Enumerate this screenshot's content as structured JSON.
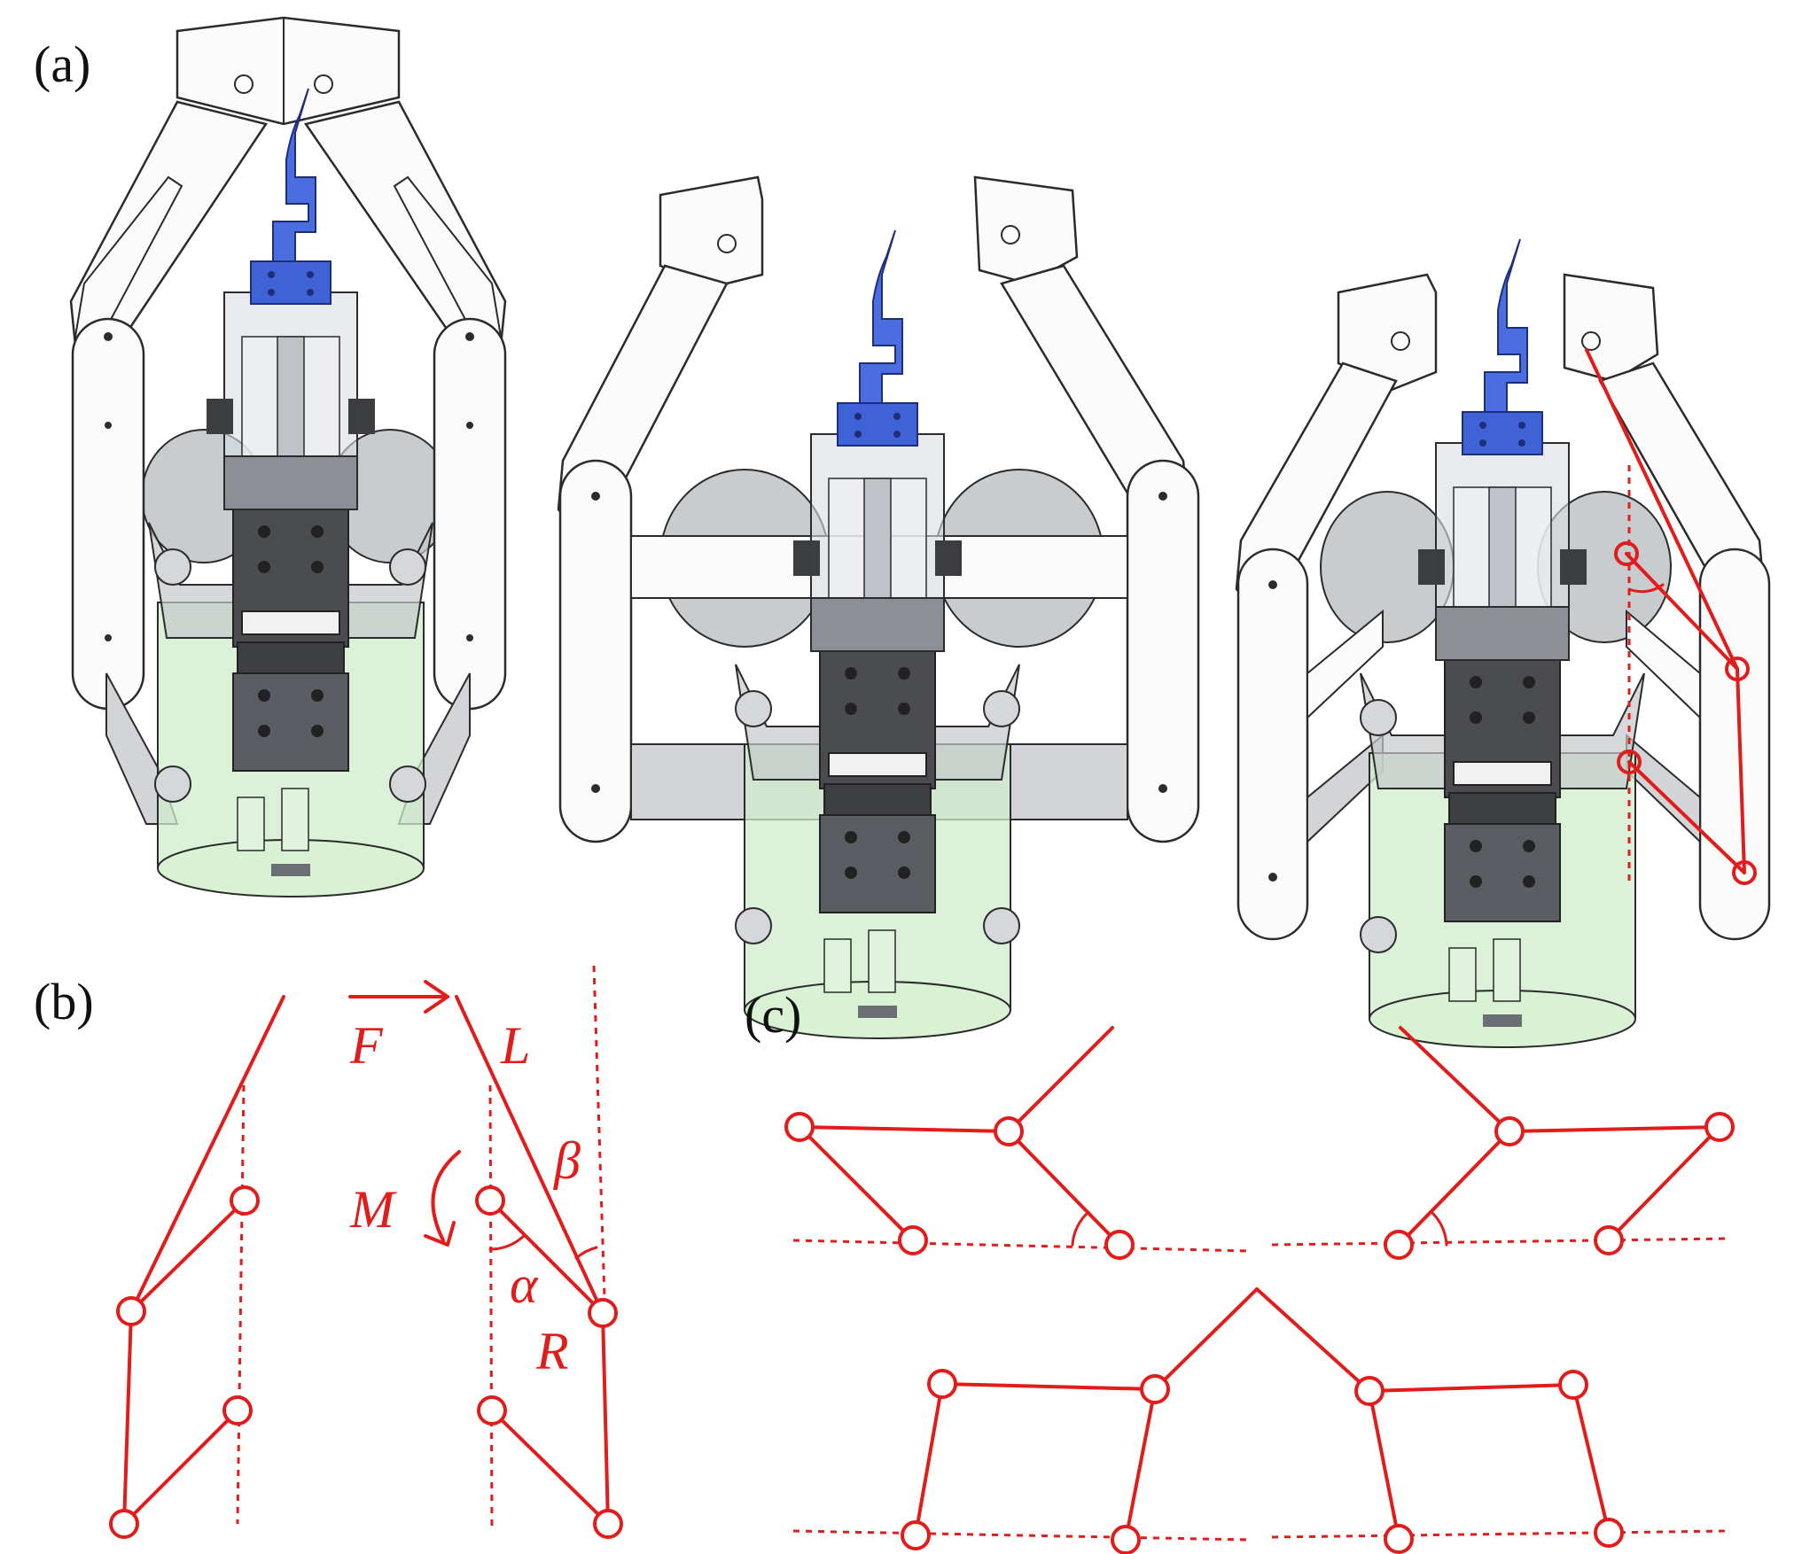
{
  "figure": {
    "panel_labels": {
      "a": "(a)",
      "b": "(b)",
      "c": "(c)"
    },
    "symbols": {
      "F": "F",
      "L": "L",
      "M": "M",
      "beta": "β",
      "alpha": "α",
      "R": "R"
    },
    "colors": {
      "linkage": "#e21b1b",
      "outline": "#2b2b2b",
      "cad_white": "#fbfbfb",
      "cad_gray": "#c4c7cb",
      "cad_dark": "#4a4c50",
      "cad_green": "#cfeccb",
      "cad_blue": "#3f63d6"
    },
    "cad_views": [
      "closed-gripper",
      "open-gripper",
      "half-open-gripper"
    ]
  }
}
